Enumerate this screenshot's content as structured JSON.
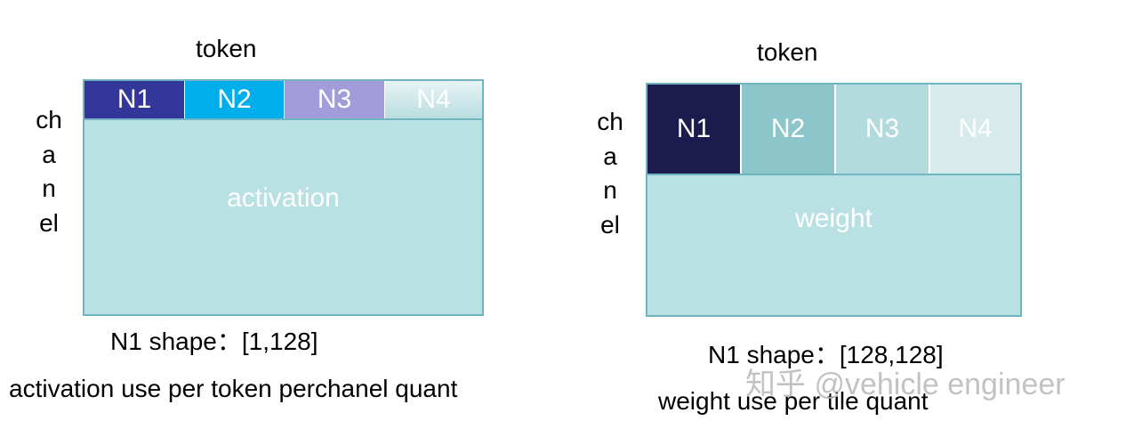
{
  "activation_panel": {
    "token_label": "token",
    "channel_label": "chanel",
    "tiles": [
      {
        "label": "N1",
        "color": "#33379a"
      },
      {
        "label": "N2",
        "color": "#00aeeb"
      },
      {
        "label": "N3",
        "color": "#a39cdb"
      },
      {
        "label": "N4",
        "color": "#cfe7ea"
      }
    ],
    "body_label": "activation",
    "shape_text": "N1 shape：[1,128]",
    "caption": "activation use per token perchanel quant"
  },
  "weight_panel": {
    "token_label": "token",
    "channel_label": "chanel",
    "tiles": [
      {
        "label": "N1",
        "color": "#1c1b4e"
      },
      {
        "label": "N2",
        "color": "#8cc6ca"
      },
      {
        "label": "N3",
        "color": "#b3dadd"
      },
      {
        "label": "N4",
        "color": "#d7ebed"
      }
    ],
    "body_label": "weight",
    "shape_text": "N1 shape：[128,128]",
    "caption": "weight use per tile quant"
  },
  "watermark": "知乎 @vehicle engineer",
  "colors": {
    "box_fill": "#b9e0e2",
    "box_border": "#6fb6c2"
  }
}
